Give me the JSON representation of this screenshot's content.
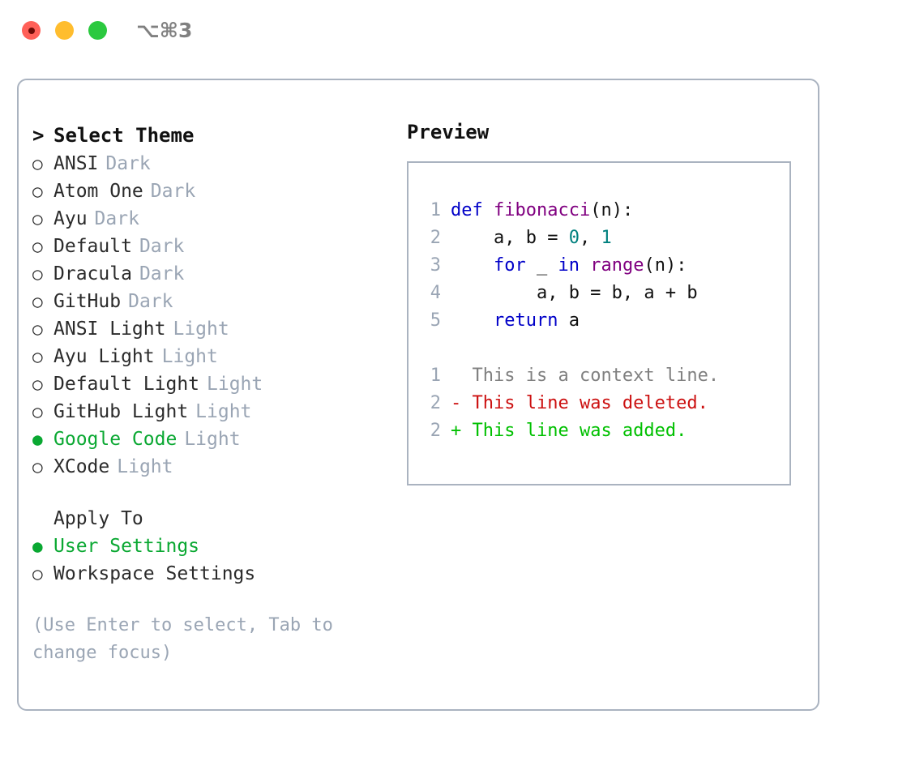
{
  "window": {
    "shortcut": "⌥⌘3",
    "traffic_lights": [
      "close-red",
      "minimize-amber",
      "maximize-green"
    ]
  },
  "colors": {
    "accent_green": "#0aa832",
    "muted": "#9aa5b4",
    "border": "#aab3c0",
    "keyword": "#0000c8",
    "function": "#800080",
    "number": "#00807e",
    "diff_context": "#808080",
    "diff_deleted": "#cc1111",
    "diff_added": "#00c000"
  },
  "left": {
    "header_caret": ">",
    "header_label": "Select Theme",
    "marker_unselected": "○",
    "marker_selected": "●",
    "themes": [
      {
        "name": "ANSI",
        "tag": "Dark",
        "selected": false
      },
      {
        "name": "Atom One",
        "tag": "Dark",
        "selected": false
      },
      {
        "name": "Ayu",
        "tag": "Dark",
        "selected": false
      },
      {
        "name": "Default",
        "tag": "Dark",
        "selected": false
      },
      {
        "name": "Dracula",
        "tag": "Dark",
        "selected": false
      },
      {
        "name": "GitHub",
        "tag": "Dark",
        "selected": false
      },
      {
        "name": "ANSI Light",
        "tag": "Light",
        "selected": false
      },
      {
        "name": "Ayu Light",
        "tag": "Light",
        "selected": false
      },
      {
        "name": "Default Light",
        "tag": "Light",
        "selected": false
      },
      {
        "name": "GitHub Light",
        "tag": "Light",
        "selected": false
      },
      {
        "name": "Google Code",
        "tag": "Light",
        "selected": true
      },
      {
        "name": "XCode",
        "tag": "Light",
        "selected": false
      }
    ],
    "apply_to": {
      "title": "Apply To",
      "options": [
        {
          "label": "User Settings",
          "selected": true
        },
        {
          "label": "Workspace Settings",
          "selected": false
        }
      ]
    },
    "hint": "(Use Enter to select, Tab to change focus)"
  },
  "right": {
    "preview_title": "Preview",
    "code_lines": [
      {
        "no": "1",
        "tokens": [
          {
            "t": "def ",
            "c": "kw"
          },
          {
            "t": "fibonacci",
            "c": "fn"
          },
          {
            "t": "(n):",
            "c": "plain"
          }
        ]
      },
      {
        "no": "2",
        "tokens": [
          {
            "t": "    a, b = ",
            "c": "plain"
          },
          {
            "t": "0",
            "c": "num"
          },
          {
            "t": ", ",
            "c": "plain"
          },
          {
            "t": "1",
            "c": "num"
          }
        ]
      },
      {
        "no": "3",
        "tokens": [
          {
            "t": "    for ",
            "c": "kw"
          },
          {
            "t": "_ ",
            "c": "plain"
          },
          {
            "t": "in ",
            "c": "kw"
          },
          {
            "t": "range",
            "c": "fn"
          },
          {
            "t": "(n):",
            "c": "plain"
          }
        ]
      },
      {
        "no": "4",
        "tokens": [
          {
            "t": "        a, b = b, a + b",
            "c": "plain"
          }
        ]
      },
      {
        "no": "5",
        "tokens": [
          {
            "t": "    return ",
            "c": "kw"
          },
          {
            "t": "a",
            "c": "plain"
          }
        ]
      }
    ],
    "diff_lines": [
      {
        "no": "1",
        "sign": "  ",
        "text": "This is a context line.",
        "kind": "ctx"
      },
      {
        "no": "2",
        "sign": "- ",
        "text": "This line was deleted.",
        "kind": "del"
      },
      {
        "no": "2",
        "sign": "+ ",
        "text": "This line was added.",
        "kind": "add"
      }
    ]
  }
}
